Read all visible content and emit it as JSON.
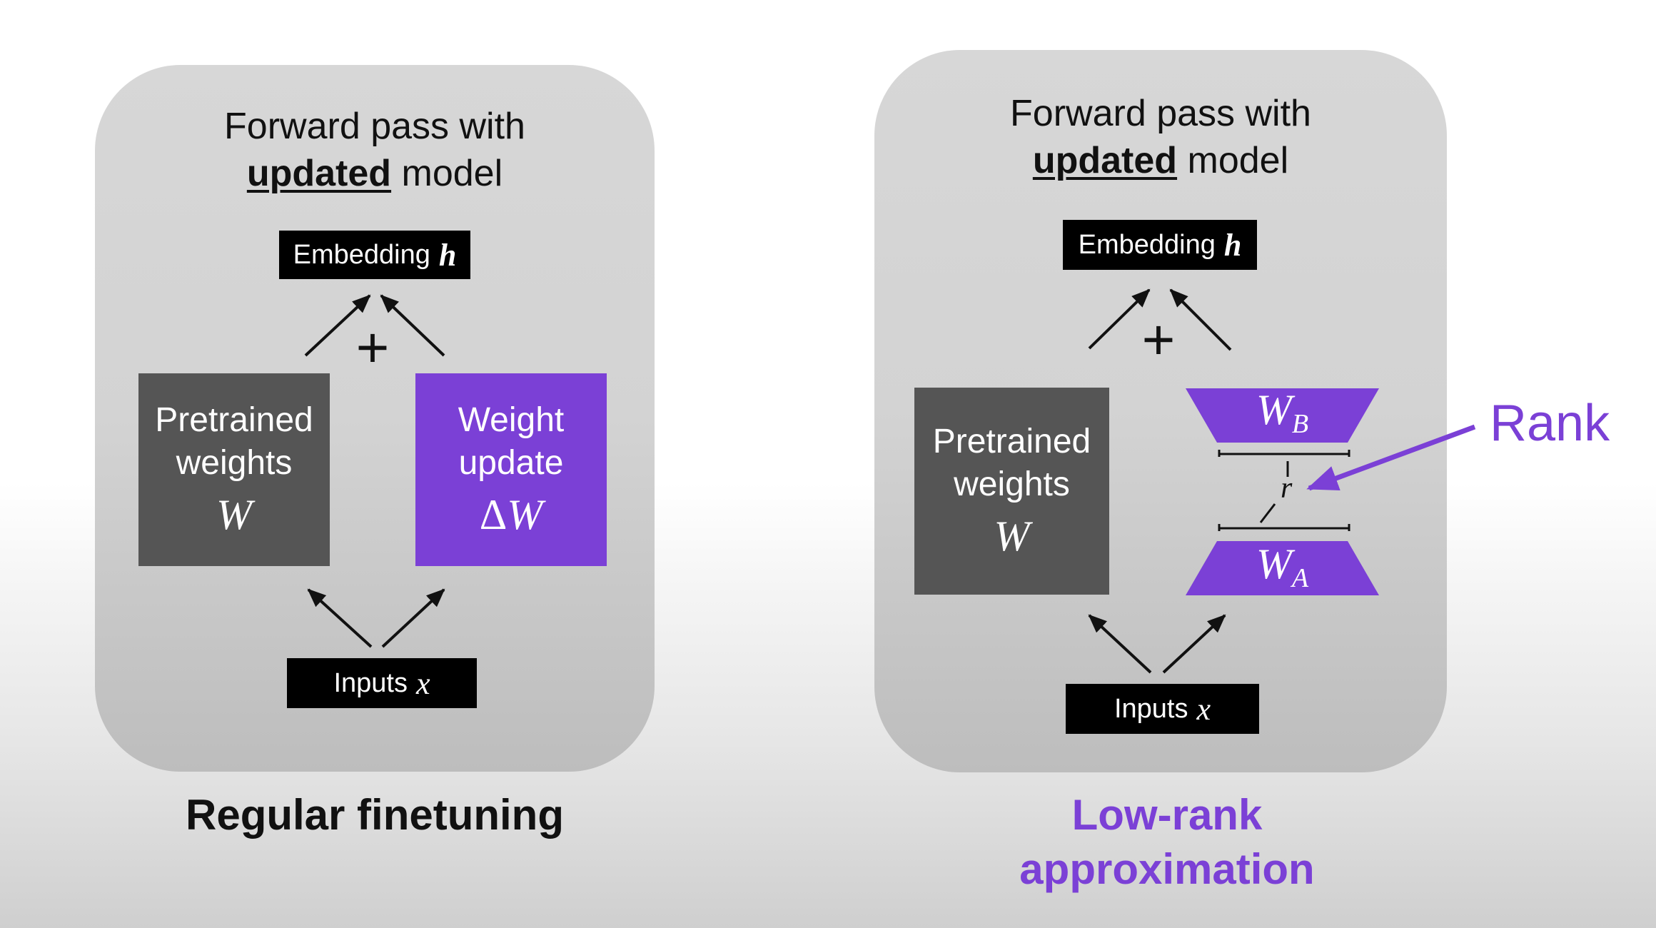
{
  "left": {
    "header_line1": "Forward pass with",
    "header_bold": "updated",
    "header_rest": " model",
    "embedding_label": "Embedding",
    "embedding_symbol": "h",
    "plus": "+",
    "pretrained_line1": "Pretrained",
    "pretrained_line2": "weights",
    "pretrained_symbol": "W",
    "update_line1": "Weight",
    "update_line2": "update",
    "update_delta": "Δ",
    "update_symbol": "W",
    "inputs_label": "Inputs",
    "inputs_symbol": "x",
    "caption": "Regular finetuning"
  },
  "right": {
    "header_line1": "Forward pass with",
    "header_bold": "updated",
    "header_rest": " model",
    "embedding_label": "Embedding",
    "embedding_symbol": "h",
    "plus": "+",
    "pretrained_line1": "Pretrained",
    "pretrained_line2": "weights",
    "pretrained_symbol": "W",
    "wb_symbol": "W",
    "wb_sub": "B",
    "wa_symbol": "W",
    "wa_sub": "A",
    "r_symbol": "r",
    "rank_label": "Rank",
    "inputs_label": "Inputs",
    "inputs_symbol": "x",
    "caption_line1": "Low-rank",
    "caption_line2": "approximation"
  },
  "colors": {
    "purple": "#7b40d6",
    "gray_box": "#555555",
    "panel": "#d3d3d3",
    "black": "#000000"
  }
}
